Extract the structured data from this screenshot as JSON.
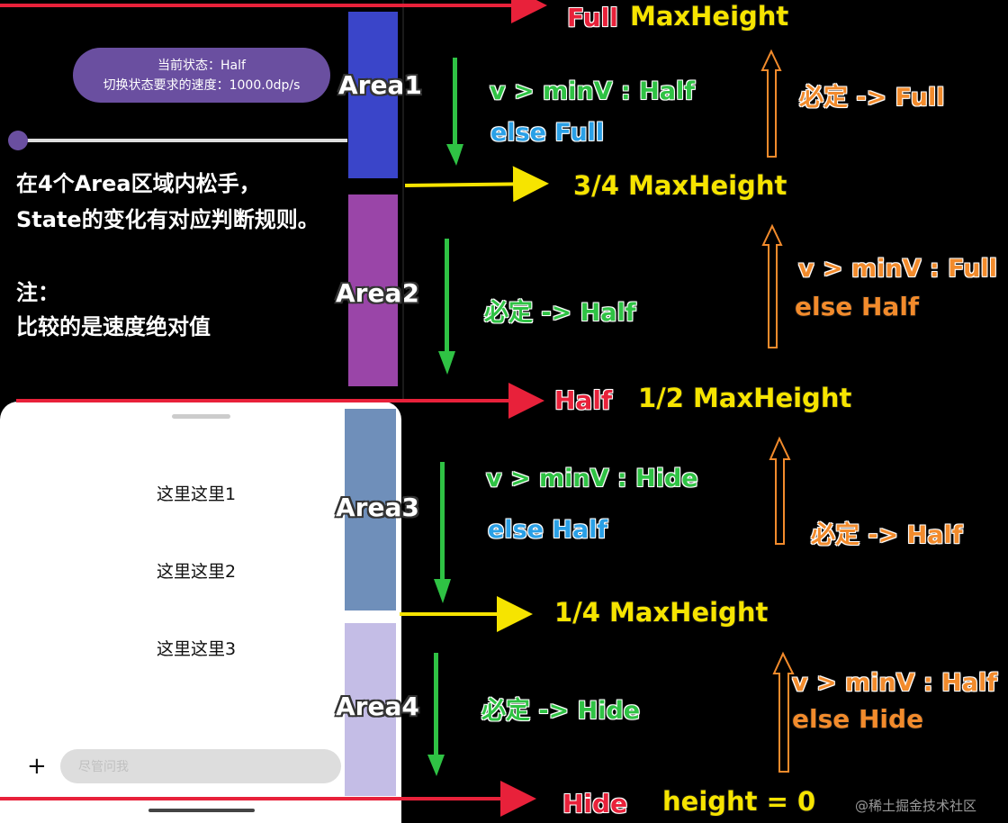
{
  "phone": {
    "status_pill": {
      "line1": "当前状态：Half",
      "line2": "切换状态要求的速度：1000.0dp/s"
    },
    "notes": {
      "line1": "在4个Area区域内松手，",
      "line2": "State的变化有对应判断规则。",
      "line3": "注：",
      "line4": "比较的是速度绝对值"
    },
    "sheet": {
      "items": [
        "这里这里1",
        "这里这里2",
        "这里这里3"
      ],
      "input_placeholder": "尽管问我",
      "plus_label": "+"
    }
  },
  "areas": [
    {
      "label": "Area1",
      "color": "#3a45c9"
    },
    {
      "label": "Area2",
      "color": "#9a45a8"
    },
    {
      "label": "Area3",
      "color": "#6f8fba"
    },
    {
      "label": "Area4",
      "color": "#c4bde6"
    }
  ],
  "levels": {
    "full": {
      "state": "Full",
      "height": "MaxHeight"
    },
    "three_quarter": {
      "height": "3/4 MaxHeight"
    },
    "half": {
      "state": "Half",
      "height": "1/2 MaxHeight"
    },
    "quarter": {
      "height": "1/4 MaxHeight"
    },
    "hide": {
      "state": "Hide",
      "height": "height = 0"
    }
  },
  "rules": {
    "area1_down": {
      "line1": "v > minV : Half",
      "line2": "else Full"
    },
    "area1_up": "必定 -> Full",
    "area2_down": "必定 -> Half",
    "area2_up": {
      "line1": "v > minV : Full",
      "line2": "else Half"
    },
    "area3_down": {
      "line1": "v > minV : Hide",
      "line2": "else Half"
    },
    "area3_up": "必定 -> Half",
    "area4_down": "必定 -> Hide",
    "area4_up": {
      "line1": "v > minV : Half",
      "line2": "else Hide"
    }
  },
  "watermark": "@稀土掘金技术社区",
  "colors": {
    "red": "#e8213a",
    "yellow": "#f6e400",
    "green": "#2fc244",
    "blue": "#2aa0e6",
    "orange": "#f28b2c"
  }
}
